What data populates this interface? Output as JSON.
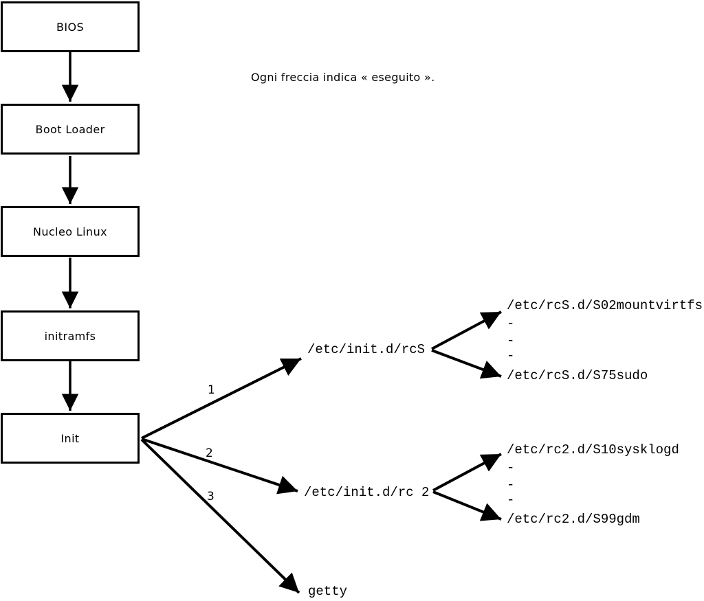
{
  "caption": "Ogni freccia indica « eseguito ».",
  "boot_sequence": [
    {
      "label": "BIOS"
    },
    {
      "label": "Boot Loader"
    },
    {
      "label": "Nucleo Linux"
    },
    {
      "label": "initramfs"
    },
    {
      "label": "Init"
    }
  ],
  "branches": [
    {
      "number": "1",
      "target": "/etc/init.d/rcS"
    },
    {
      "number": "2",
      "target": "/etc/init.d/rc 2"
    },
    {
      "number": "3",
      "target": "getty"
    }
  ],
  "rcS_children": {
    "first": "/etc/rcS.d/S02mountvirtfs",
    "dots": [
      "-",
      "-",
      "-"
    ],
    "last": "/etc/rcS.d/S75sudo"
  },
  "rc2_children": {
    "first": "/etc/rc2.d/S10sysklogd",
    "dots": [
      "-",
      "-",
      "-"
    ],
    "last": "/etc/rc2.d/S99gdm"
  },
  "colors": {
    "background": "#ffffff",
    "line": "#000000",
    "text": "#000000"
  }
}
